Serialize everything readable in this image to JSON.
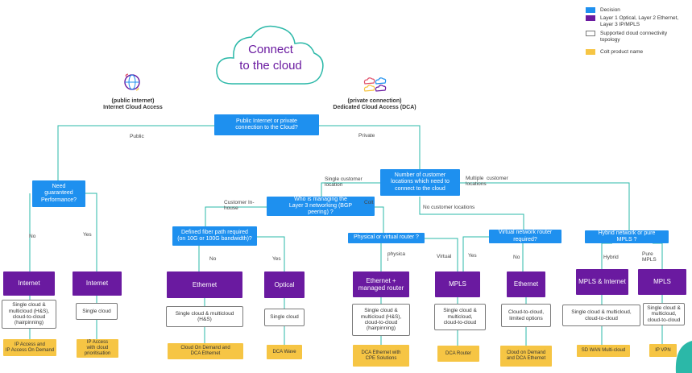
{
  "cloud_title": "Connect\nto the cloud",
  "legend": [
    {
      "label": "Decision",
      "color": "#1e90ef"
    },
    {
      "label": "Layer 1 Optical, Layer 2 Ethernet,\nLayer 3 IP/MPLS",
      "color": "#6a1aa0"
    },
    {
      "label": "Supported cloud connectivity\ntopology",
      "color": "#ffffff"
    },
    {
      "label": "Colt product name",
      "color": "#f6c544"
    }
  ],
  "headers": {
    "internet": "(public internet)\nInternet Cloud Access",
    "dca": "(private connection)\nDedicated Cloud Access (DCA)"
  },
  "decisions": {
    "main": "Public Internet or private\nconnection to the Cloud?",
    "perf": "Need\nguaranteed\nPerformance?",
    "locations": "Number of customer\nlocations which need to\nconnect to the cloud",
    "l3": "Who is managing the\nLayer 3 networking (BGP\npeering) ?",
    "fiber": "Defined fiber path required\n(on 10G or 100G bandwidth)?",
    "physvirt": "Physical or virtual router ?",
    "vrouter": "Virtual network router\nrequired?",
    "hybrid": "Hybrid network or pure\nMPLS ?"
  },
  "edge_labels": {
    "public": "Public",
    "private": "Private",
    "no_perf": "No",
    "yes_perf": "Yes",
    "single_loc": "Single customer\nlocation",
    "multiple_loc": "Multiple  customer\nlocations",
    "no_loc": "No customer locations",
    "cust_inhouse": "Customer In-\nhouse",
    "colt": "Colt",
    "no_fiber": "No",
    "yes_fiber": "Yes",
    "physical": "physica\nl",
    "virtual": "Virtual",
    "yes_vr": "Yes",
    "no_vr": "No",
    "hybrid": "Hybrid",
    "pure_mpls": "Pure\nMPLS"
  },
  "columns": [
    {
      "layer": "Internet",
      "topology": "Single cloud &\nmulticloud (H&S),\ncloud-to-cloud\n(hairpinning)",
      "product": "IP Access and\nIP Access On Demand"
    },
    {
      "layer": "Internet",
      "topology": "Single cloud",
      "product": "IP Access\nwith cloud\nprioritisation"
    },
    {
      "layer": "Ethernet",
      "topology": "Single cloud & multicloud\n(H&S)",
      "product": "Cloud On Demand and\nDCA Ethernet"
    },
    {
      "layer": "Optical",
      "topology": "Single cloud",
      "product": "DCA Wave"
    },
    {
      "layer": "Ethernet +\nmanaged router",
      "topology": "Single cloud &\nmulticloud (H&S),\ncloud-to-cloud\n(hairpinning)",
      "product": "DCA Ethernet with\nCPE Solutions"
    },
    {
      "layer": "MPLS",
      "topology": "Single cloud &\nmulticloud,\ncloud-to-cloud",
      "product": "DCA Router"
    },
    {
      "layer": "Ethernet",
      "topology": "Cloud-to-cloud,\nlimited options",
      "product": "Cloud on Demand\nand DCA Ethernet"
    },
    {
      "layer": "MPLS & Internet",
      "topology": "Single cloud & multicloud,\ncloud-to-cloud",
      "product": "SD WAN Multi-cloud"
    },
    {
      "layer": "MPLS",
      "topology": "Single cloud &\nmulticloud,\ncloud-to-cloud",
      "product": "IP VPN"
    }
  ]
}
